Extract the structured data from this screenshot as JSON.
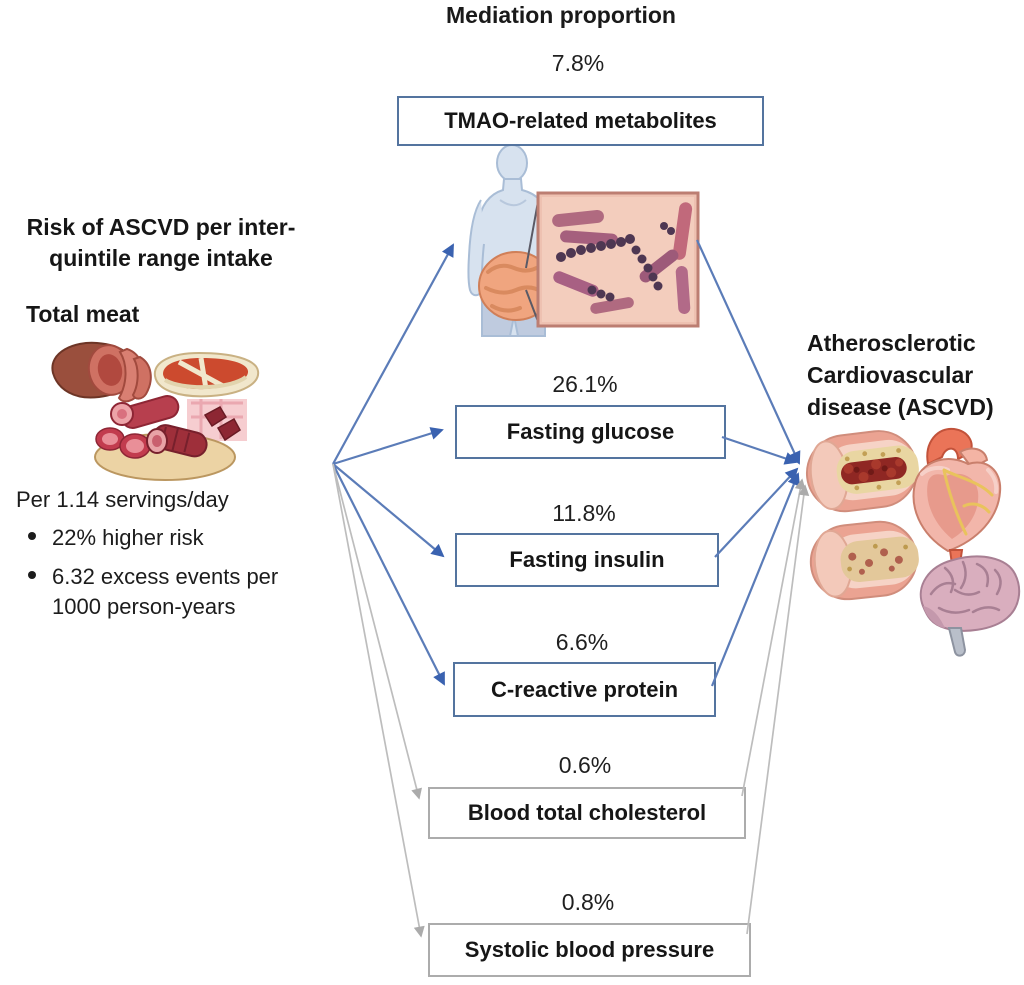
{
  "title": "Mediation proportion",
  "exposure": {
    "heading_line1": "Risk of ASCVD per inter-",
    "heading_line2": "quintile range intake",
    "food_label": "Total meat",
    "rate_line": "Per 1.14 servings/day",
    "bullet1": "22% higher risk",
    "bullet2_line1": "6.32 excess events per",
    "bullet2_line2": "1000 person-years"
  },
  "mediators": [
    {
      "proportion": "7.8%",
      "label": "TMAO-related metabolites",
      "path_style": "blue"
    },
    {
      "proportion": "26.1%",
      "label": "Fasting glucose",
      "path_style": "blue"
    },
    {
      "proportion": "11.8%",
      "label": "Fasting insulin",
      "path_style": "blue"
    },
    {
      "proportion": "6.6%",
      "label": "C-reactive protein",
      "path_style": "blue"
    },
    {
      "proportion": "0.6%",
      "label": "Blood total cholesterol",
      "path_style": "gray"
    },
    {
      "proportion": "0.8%",
      "label": "Systolic blood pressure",
      "path_style": "gray"
    }
  ],
  "outcome": {
    "line1": "Atherosclerotic",
    "line2": "Cardiovascular",
    "line3": "disease (ASCVD)"
  },
  "colors": {
    "mediated_path_blue": "#4a70b0",
    "non_mediated_path_gray": "#b9b9b9",
    "blue_box_border": "#54749f",
    "gray_box_border": "#acacac",
    "text": "#161616"
  }
}
